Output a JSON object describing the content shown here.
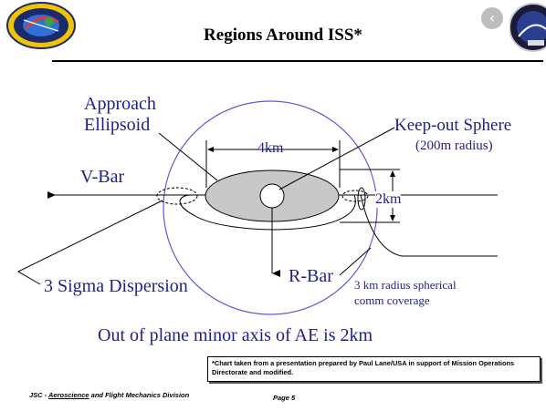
{
  "slide": {
    "title": "Regions Around ISS*",
    "labels": {
      "approach_line1": "Approach",
      "approach_line2": "Ellipsoid",
      "vbar": "V-Bar",
      "keepout": "Keep-out Sphere",
      "keepout_radius": "(200m  radius)",
      "dim_4km": "4km",
      "dim_2km": "2km",
      "rbar": "R-Bar",
      "sigma": "3 Sigma Dispersion",
      "comm_line1": "3 km radius spherical",
      "comm_line2": "comm coverage",
      "minor_axis": "Out of plane minor axis of AE is 2km"
    },
    "note": "*Chart taken from a presentation prepared by Paul Lane/USA in support of Mission Operations Directorate and modified.",
    "footer": {
      "prefix": "JSC - ",
      "underlined": "Aeroscience",
      "suffix": " and Flight Mechanics Division",
      "page": "Page 5"
    }
  },
  "colors": {
    "text_blue": "#1f1f8a",
    "comm_circle": "#5b5bd6",
    "ellipsoid_fill": "#c8c8c8",
    "nav_button": "#bdbdbd"
  },
  "icons": {
    "left_logo": "mission-patch-icon",
    "right_logo": "proximity-ops-patch-icon",
    "nav": "chevron-left-icon"
  }
}
